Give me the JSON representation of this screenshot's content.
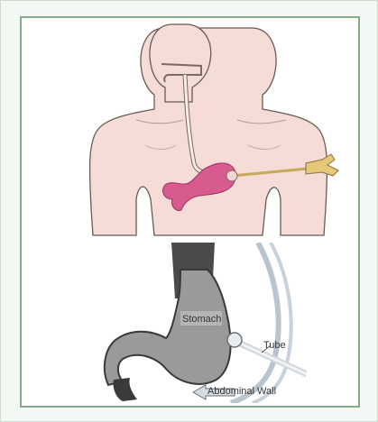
{
  "labels": {
    "stomach": "Stomach",
    "tube": "Tube",
    "abdominal_wall": "Abdominal Wall"
  },
  "colors": {
    "skin": "#f5dcd6",
    "skin_outline": "#6a5a55",
    "stomach_pink": "#d85b8f",
    "stomach_gray": "#9a9a9a",
    "stomach_dark": "#4a4a4a",
    "tube_color": "#c8a85a",
    "panel_border": "#8aa98a"
  }
}
